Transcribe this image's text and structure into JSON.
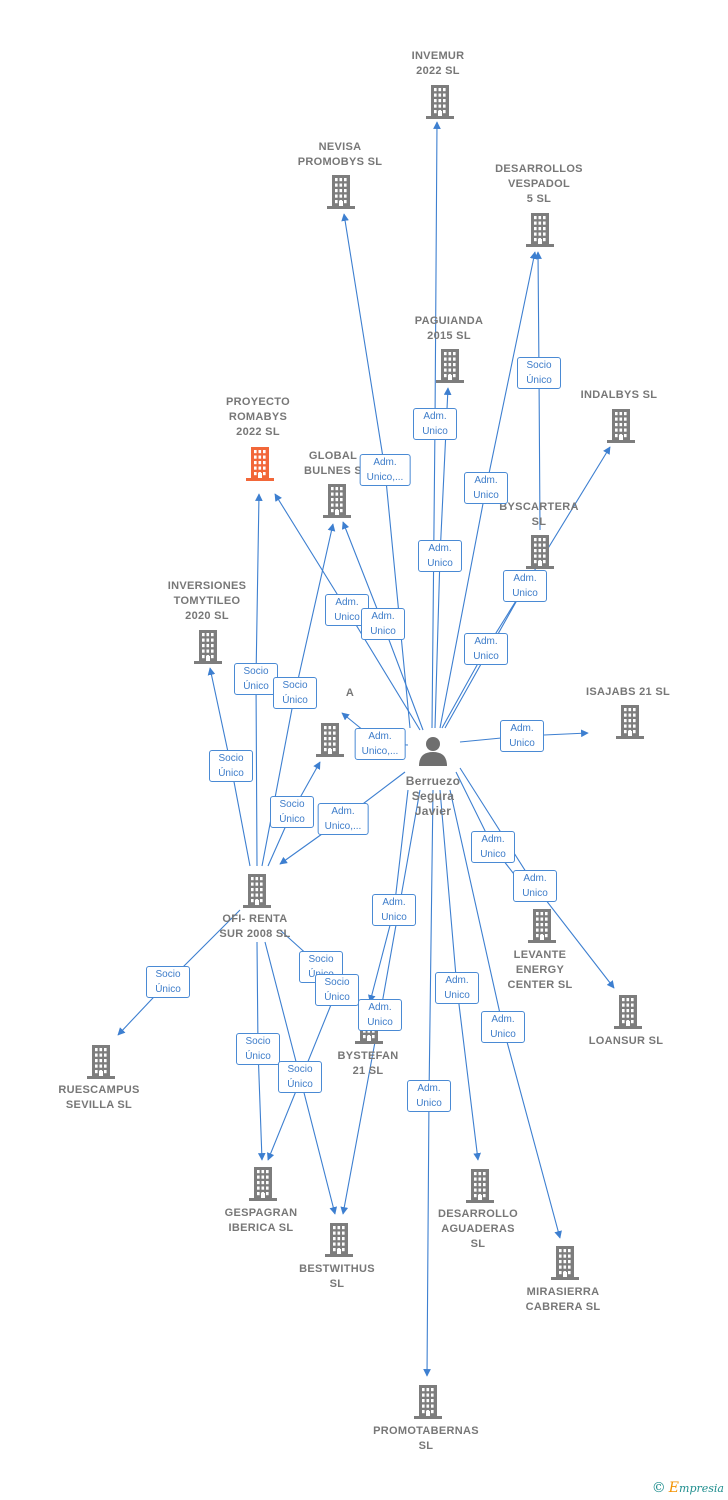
{
  "diagram": {
    "person": {
      "name": "Berruezo\nSegura\nJavier"
    },
    "colors": {
      "edge": "#3d7fd0",
      "building": "#7d7d7d",
      "highlight": "#f26739",
      "person": "#6f6f6f"
    },
    "nodes": [
      {
        "id": "invemur",
        "label": "INVEMUR\n2022  SL"
      },
      {
        "id": "nevisa",
        "label": "NEVISA\nPROMOBYS SL"
      },
      {
        "id": "vespadol",
        "label": "DESARROLLOS\nVESPADOL\n5  SL"
      },
      {
        "id": "paguianda",
        "label": "PAGUIANDA\n2015 SL"
      },
      {
        "id": "indalbys",
        "label": "INDALBYS  SL"
      },
      {
        "id": "romabys",
        "label": "PROYECTO\nROMABYS\n2022  SL",
        "highlight": true
      },
      {
        "id": "bulnes",
        "label": "GLOBAL\nBULNES  S"
      },
      {
        "id": "byscartera",
        "label": "BYSCARTERA\nSL"
      },
      {
        "id": "tomytileo",
        "label": "INVERSIONES\nTOMYTILEO\n2020  SL"
      },
      {
        "id": "hidden",
        "label": "A"
      },
      {
        "id": "isajabs",
        "label": "ISAJABS 21  SL"
      },
      {
        "id": "ofirenta",
        "label": "OFI- RENTA\nSUR 2008 SL"
      },
      {
        "id": "levante",
        "label": "LEVANTE\nENERGY\nCENTER SL"
      },
      {
        "id": "loansur",
        "label": "LOANSUR  SL"
      },
      {
        "id": "ruescampus",
        "label": "RUESCAMPUS\nSEVILLA SL"
      },
      {
        "id": "bystefan",
        "label": "BYSTEFAN\n21  SL"
      },
      {
        "id": "gespagran",
        "label": "GESPAGRAN\nIBERICA SL"
      },
      {
        "id": "bestwithus",
        "label": "BESTWITHUS\nSL"
      },
      {
        "id": "aguaderas",
        "label": "DESARROLLO\nAGUADERAS\nSL"
      },
      {
        "id": "mirasierra",
        "label": "MIRASIERRA\nCABRERA SL"
      },
      {
        "id": "promotabernas",
        "label": "PROMOTABERNAS\nSL"
      }
    ],
    "edges": [
      {
        "from": "person",
        "to": "nevisa",
        "label": "Adm.\nUnico,..."
      },
      {
        "from": "person",
        "to": "invemur",
        "label": "Adm.\nUnico"
      },
      {
        "from": "person",
        "to": "paguianda",
        "label": "Adm.\nUnico"
      },
      {
        "from": "person",
        "to": "vespadol",
        "label": "Adm.\nUnico"
      },
      {
        "from": "byscartera",
        "to": "vespadol",
        "label": "Socio\nÚnico"
      },
      {
        "from": "person",
        "to": "indalbys",
        "label": "Adm.\nUnico"
      },
      {
        "from": "person",
        "to": "byscartera",
        "label": "Adm.\nUnico"
      },
      {
        "from": "person",
        "to": "romabys",
        "label": "Adm.\nUnico"
      },
      {
        "from": "person",
        "to": "bulnes",
        "label": "Adm.\nUnico"
      },
      {
        "from": "person",
        "to": "hidden",
        "label": "Adm.\nUnico,..."
      },
      {
        "from": "person",
        "to": "isajabs",
        "label": "Adm.\nUnico"
      },
      {
        "from": "person",
        "to": "ofirenta",
        "label": "Adm.\nUnico,..."
      },
      {
        "from": "person",
        "to": "levante",
        "label": "Adm.\nUnico"
      },
      {
        "from": "person",
        "to": "loansur",
        "label": "Adm.\nUnico"
      },
      {
        "from": "person",
        "to": "bystefan",
        "label": "Adm.\nUnico"
      },
      {
        "from": "person",
        "to": "bestwithus",
        "label": "Adm.\nUnico"
      },
      {
        "from": "person",
        "to": "aguaderas",
        "label": "Adm.\nUnico"
      },
      {
        "from": "person",
        "to": "mirasierra",
        "label": "Adm.\nUnico"
      },
      {
        "from": "person",
        "to": "promotabernas",
        "label": "Adm.\nUnico"
      },
      {
        "from": "ofirenta",
        "to": "romabys",
        "label": "Socio\nÚnico"
      },
      {
        "from": "ofirenta",
        "to": "bulnes",
        "label": "Socio\nÚnico"
      },
      {
        "from": "ofirenta",
        "to": "tomytileo",
        "label": "Socio\nÚnico"
      },
      {
        "from": "ofirenta",
        "to": "hidden",
        "label": "Socio\nÚnico"
      },
      {
        "from": "ofirenta",
        "to": "ruescampus",
        "label": "Socio\nÚnico"
      },
      {
        "from": "ofirenta",
        "to": "bystefan",
        "label": "Socio\nÚnico"
      },
      {
        "from": "ofirenta",
        "to": "gespagran",
        "label": "Socio\nÚnico"
      },
      {
        "from": "ofirenta",
        "to": "bestwithus",
        "label": "Socio\nÚnico"
      },
      {
        "from": "bystefan",
        "to": "gespagran",
        "label": "Socio\nÚnico"
      }
    ]
  },
  "watermark": {
    "symbol": "©",
    "initial": "E",
    "rest": "mpresia"
  }
}
